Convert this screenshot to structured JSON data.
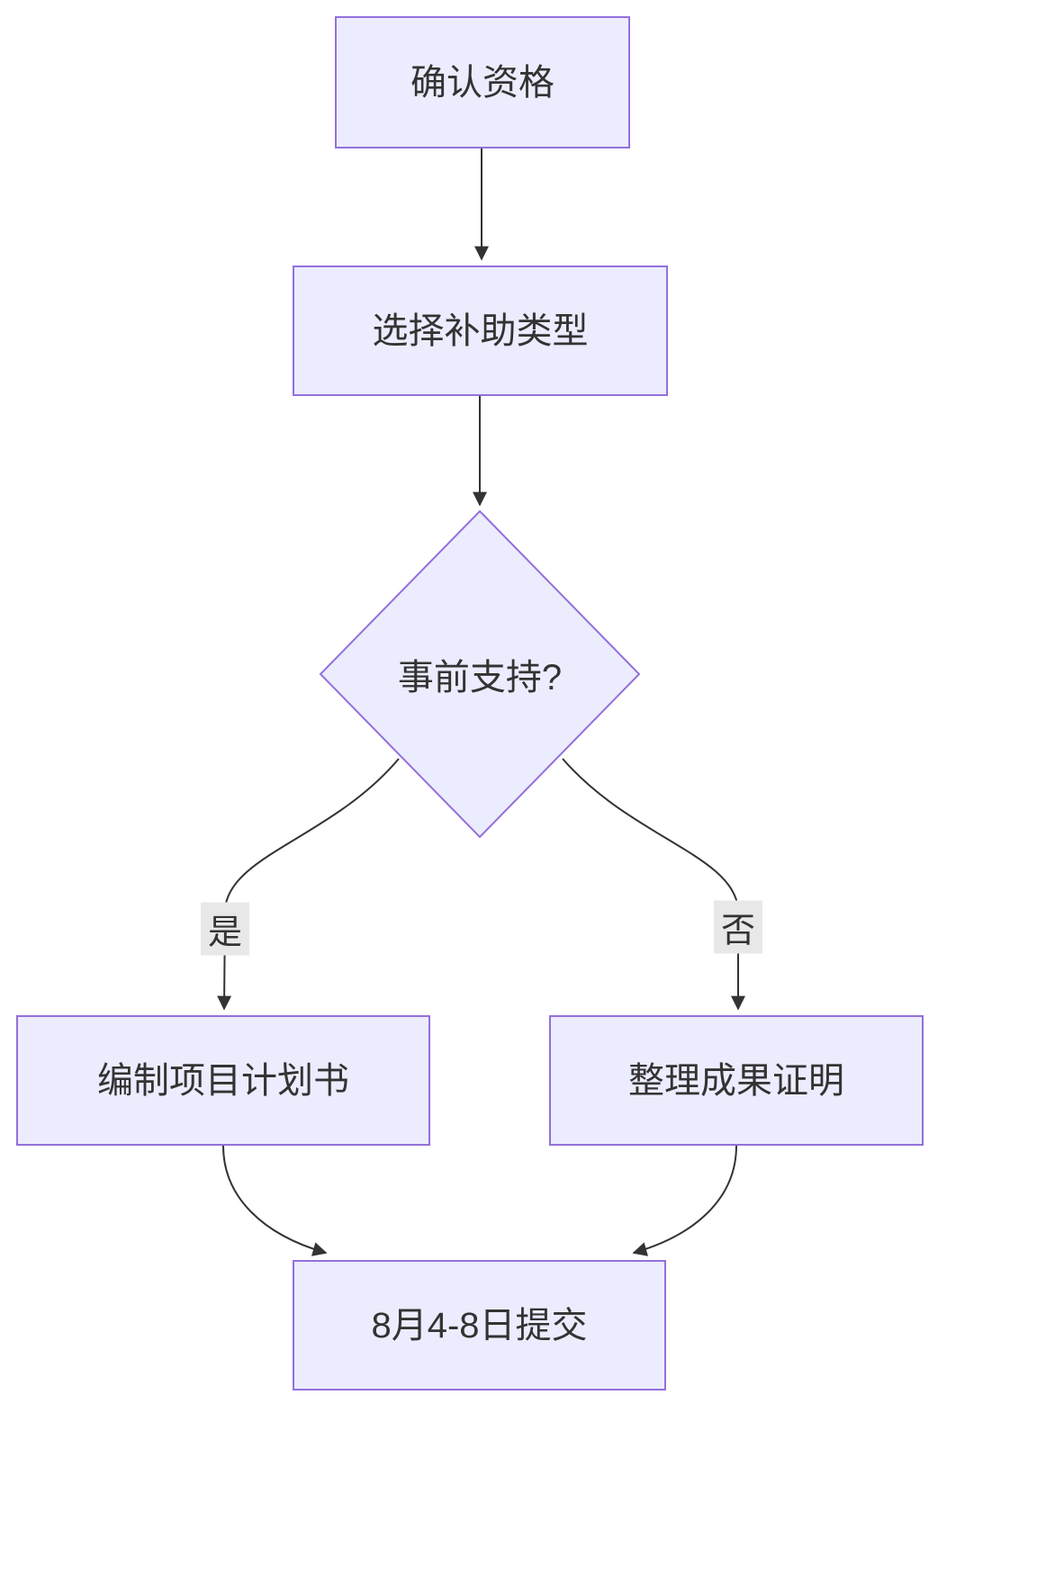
{
  "flowchart": {
    "title": "",
    "nodes": {
      "confirm": {
        "label": "确认资格",
        "shape": "rect"
      },
      "select": {
        "label": "选择补助类型",
        "shape": "rect"
      },
      "decision": {
        "label": "事前支持?",
        "shape": "diamond"
      },
      "plan": {
        "label": "编制项目计划书",
        "shape": "rect"
      },
      "proof": {
        "label": "整理成果证明",
        "shape": "rect"
      },
      "submit": {
        "label": "8月4-8日提交",
        "shape": "rect"
      }
    },
    "edges": {
      "confirm_to_select": {
        "label": ""
      },
      "select_to_decision": {
        "label": ""
      },
      "decision_to_plan": {
        "label": "是"
      },
      "decision_to_proof": {
        "label": "否"
      },
      "plan_to_submit": {
        "label": ""
      },
      "proof_to_submit": {
        "label": ""
      }
    },
    "colors": {
      "node_fill": "#ECECFF",
      "node_border": "#9370DB",
      "edge_stroke": "#333333",
      "text": "#333333",
      "edge_label_bg": "#e8e8e8"
    }
  }
}
